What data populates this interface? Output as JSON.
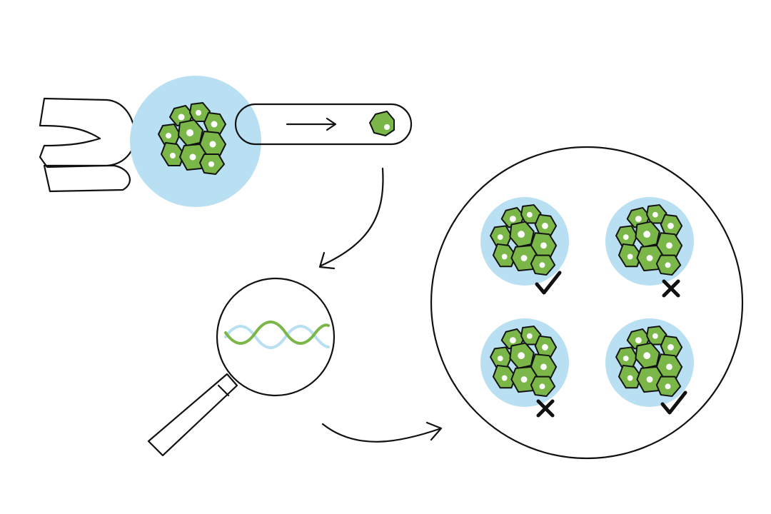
{
  "colors": {
    "background": "#ffffff",
    "halo_blue": "#b8dff2",
    "cell_green": "#7ab648",
    "nucleus": "#ffffff",
    "outline": "#111111",
    "dna_green": "#7ab648",
    "dna_blue": "#b8dff2"
  },
  "icons": [
    "micropipette-holder-icon",
    "embryo-cell-cluster-icon",
    "biopsy-pipette-icon",
    "extracted-cell-icon",
    "magnifying-glass-icon",
    "dna-helix-icon",
    "dish-icon",
    "checkmark-icon",
    "cross-icon"
  ],
  "dish": {
    "embryos": [
      {
        "result": "pass",
        "mark_icon": "checkmark-icon"
      },
      {
        "result": "fail",
        "mark_icon": "cross-icon"
      },
      {
        "result": "fail",
        "mark_icon": "cross-icon"
      },
      {
        "result": "pass",
        "mark_icon": "checkmark-icon"
      }
    ]
  }
}
